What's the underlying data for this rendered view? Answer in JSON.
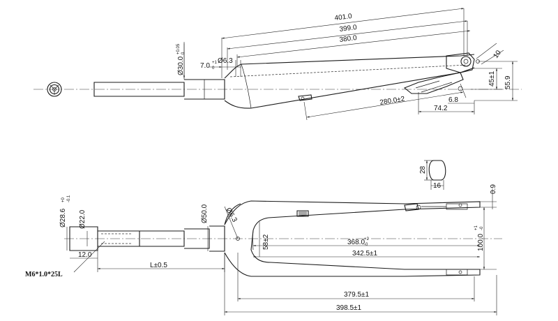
{
  "side_view": {
    "dim_overall": "401.0",
    "dim_399": "399.0",
    "dim_380": "380.0",
    "dim_steerer_dia": "Ø30.0",
    "dim_steerer_tol": "+0.05",
    "dim_steerer_tol_low": "0",
    "dim_7": "7.0",
    "dim_7_tol": "+1",
    "dim_7_tol_low": "0",
    "dim_6": "Ø6.3",
    "dim_10": "10",
    "dim_45": "45±1",
    "dim_55": "55.9",
    "dim_280": "280.0±2",
    "dim_68": "6.8",
    "dim_742": "74.2"
  },
  "dropout_detail": {
    "dim_height": "28",
    "dim_width": "16"
  },
  "front_view": {
    "dim_286": "Ø28.6",
    "dim_286_tol": "+0",
    "dim_286_tol_low": "-0.1",
    "dim_22": "Ø22.0",
    "dim_12": "12.0",
    "dim_50": "Ø50.0",
    "dim_6_3": "Ø6.3",
    "dim_58": "58±2",
    "dim_368": "368.0",
    "dim_368_tol": "+2",
    "dim_368_tol_low": "-0",
    "dim_342": "342.5±1",
    "dim_100": "100.0",
    "dim_100_tol": "+1",
    "dim_100_tol_low": "-0",
    "dim_09": "0.9",
    "dim_L": "L±0.5",
    "dim_3795": "379.5±1",
    "dim_3985": "398.5±1",
    "thread_label": "M6*1.0*25L"
  }
}
